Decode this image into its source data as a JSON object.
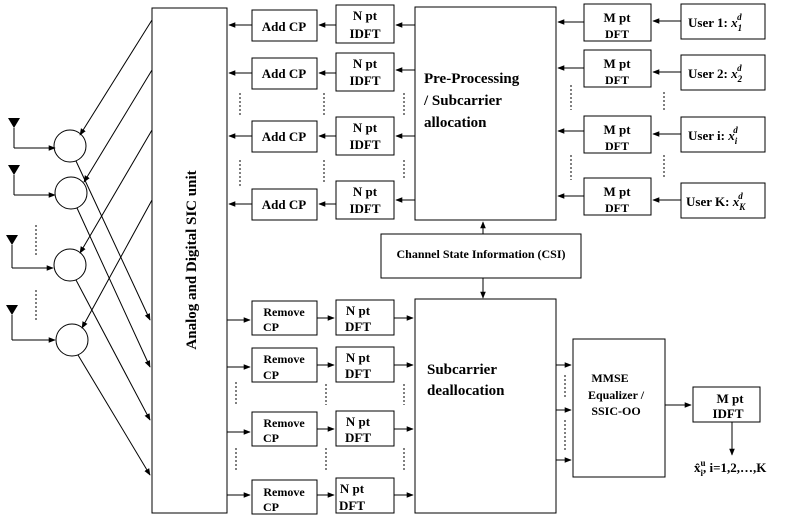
{
  "blocks": {
    "sic_unit": "Analog and Digital SIC unit",
    "add_cp": "Add CP",
    "n_pt": "N pt",
    "idft": "IDFT",
    "dft": "DFT",
    "m_pt": "M pt",
    "remove": "Remove",
    "cp": "CP",
    "preprocessing": [
      "Pre-Processing",
      "/ Subcarrier",
      "allocation"
    ],
    "csi": "Channel State Information (CSI)",
    "subcarrier_deallocation": [
      "Subcarrier",
      "deallocation"
    ],
    "equalizer": [
      "MMSE",
      "Equalizer /",
      "SSIC-OO"
    ],
    "output_label": "x̂",
    "output_sup": "u",
    "output_sub": "i",
    "output_suffix": ", i=1,2,…,K"
  },
  "users": [
    {
      "prefix": "User 1: ",
      "sub": "1",
      "sup": "d"
    },
    {
      "prefix": "User 2: ",
      "sub": "2",
      "sup": "d"
    },
    {
      "prefix": "User i: ",
      "sub": "i",
      "sup": "d"
    },
    {
      "prefix": "User K: ",
      "sub": "K",
      "sup": "d"
    }
  ],
  "user_symbol": "x"
}
